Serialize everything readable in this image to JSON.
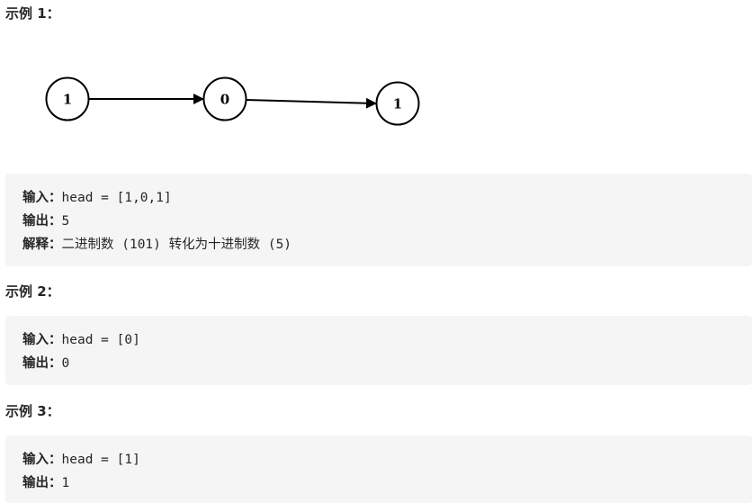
{
  "examples": [
    {
      "heading": "示例 1：",
      "input_label": "输入：",
      "input_value": "head = [1,0,1]",
      "output_label": "输出：",
      "output_value": "5",
      "explain_label": "解释：",
      "explain_value": "二进制数 (101) 转化为十进制数 (5)"
    },
    {
      "heading": "示例 2：",
      "input_label": "输入：",
      "input_value": "head = [0]",
      "output_label": "输出：",
      "output_value": "0"
    },
    {
      "heading": "示例 3：",
      "input_label": "输入：",
      "input_value": "head = [1]",
      "output_label": "输出：",
      "output_value": "1"
    }
  ],
  "diagram": {
    "nodes": [
      "1",
      "0",
      "1"
    ]
  }
}
